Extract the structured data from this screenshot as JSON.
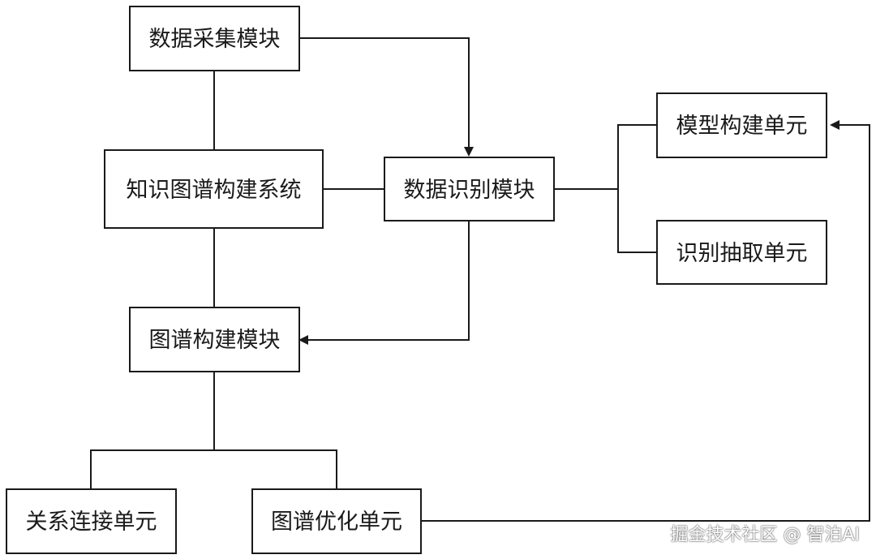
{
  "nodes": {
    "data_collection": "数据采集模块",
    "kg_system": "知识图谱构建系统",
    "data_recognition": "数据识别模块",
    "graph_building": "图谱构建模块",
    "model_building_unit": "模型构建单元",
    "recognition_extraction_unit": "识别抽取单元",
    "relation_linking_unit": "关系连接单元",
    "graph_optimization_unit": "图谱优化单元"
  },
  "watermark": "掘金技术社区 @ 智泊AI",
  "colors": {
    "line": "#1a1a1a",
    "box_fill": "#ffffff",
    "text": "#1a1a1a"
  }
}
